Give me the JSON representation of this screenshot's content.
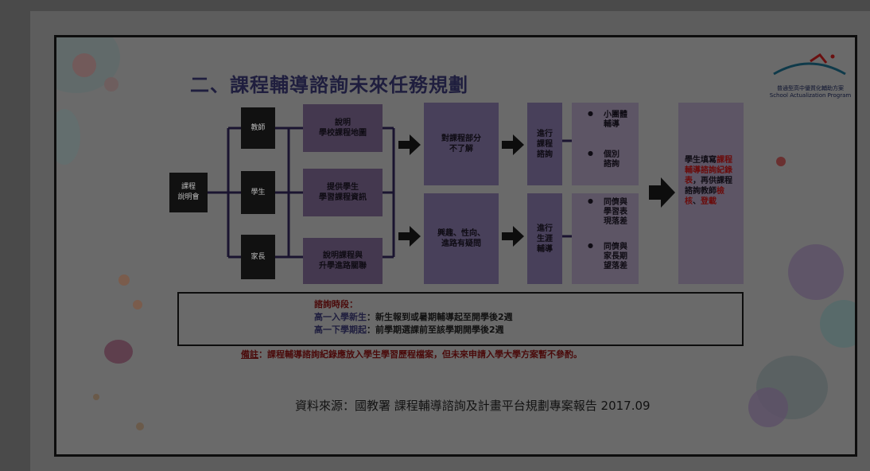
{
  "slide": {
    "title": "二、課程輔導諮詢未來任務規劃",
    "logo": {
      "line1": "普通型高中優質化輔助方案",
      "line2": "School Actualization Program"
    },
    "left_box": "課程\n說明會",
    "roles": [
      {
        "label": "教師"
      },
      {
        "label": "學生"
      },
      {
        "label": "家長"
      }
    ],
    "col2": [
      {
        "text": "說明\n學校課程地圖"
      },
      {
        "text": "提供學生\n學習課程資訊"
      },
      {
        "text": "說明課程與\n升學進路關聯"
      }
    ],
    "col3": [
      {
        "text": "對課程部分\n不了解"
      },
      {
        "text": "興趣、性向、\n進路有疑問"
      }
    ],
    "col4": [
      {
        "text": "進行\n課程\n諮詢"
      },
      {
        "text": "進行\n生涯\n輔導"
      }
    ],
    "bullets_top": [
      "小團體\n輔導",
      "個別\n諮詢"
    ],
    "bullets_bottom": [
      "同儕與\n學習表\n現落差",
      "同儕與\n家長期\n望落差"
    ],
    "final": {
      "p1": "學生填寫",
      "p2": "課程輔導諮詢紀錄表",
      "p3": "，再供課程諮詢教師",
      "p4": "檢核",
      "p5": "、",
      "p6": "登載"
    },
    "period": {
      "heading": "諮詢時段：",
      "row1_label": "高一入學新生",
      "row1_text": "：新生報到或暑期輔導起至開學後2週",
      "row2_label": "高一下學期起",
      "row2_text": "：前學期選課前至該學期開學後2週"
    },
    "note": {
      "label": "備註",
      "text": "：課程輔導諮詢紀錄應放入學生學習歷程檔案，但未來申請入學大學方案暫不參酌。"
    },
    "source": "資料來源：國教署 課程輔導諮詢及計畫平台規劃專案報告 2017.09"
  },
  "colors": {
    "title": "#1f1e3e",
    "accent_red": "#6a0c0c",
    "box_purple": "#44384f",
    "border": "#0d0d0d"
  }
}
